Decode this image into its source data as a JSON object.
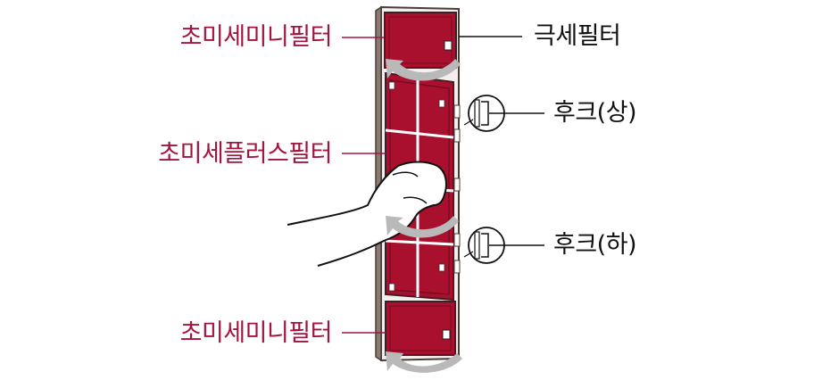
{
  "labels": {
    "ultra_mini_filter_top": "초미세미니필터",
    "ultra_plus_filter": "초미세플러스필터",
    "ultra_mini_filter_bottom": "초미세미니필터",
    "fine_filter": "극세필터",
    "hook_upper": "후크(상)",
    "hook_lower": "후크(하)"
  },
  "colors": {
    "filter_red": "#a8102e",
    "filter_dark": "#6d0a1e",
    "frame": "#5a4a44",
    "label_red": "#a3153f",
    "arrow_grey": "#b9b9b9"
  }
}
